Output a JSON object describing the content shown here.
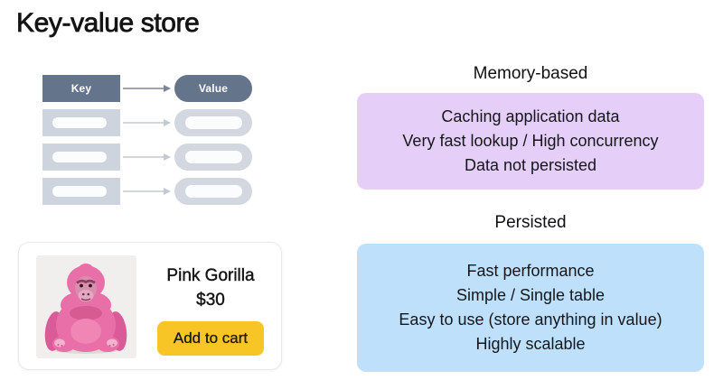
{
  "title": "Key-value store",
  "diagram": {
    "key_label": "Key",
    "value_label": "Value",
    "row_count": 4,
    "colors": {
      "dark": "#64748b",
      "light_key": "#ced4de",
      "light_value": "#d2d7e0",
      "inner": "#fbfcfe",
      "arrow_dark": "#7d8594",
      "arrow_light": "#c3c8d2"
    }
  },
  "card": {
    "product_name": "Pink Gorilla",
    "price": "$30",
    "button_label": "Add to cart",
    "button_color": "#f7c626",
    "image": "pink-gorilla-photo"
  },
  "sections": [
    {
      "heading": "Memory-based",
      "color": "#e5cef7",
      "lines": [
        "Caching application data",
        "Very fast lookup / High concurrency",
        "Data not persisted"
      ]
    },
    {
      "heading": "Persisted",
      "color": "#bfe0fa",
      "lines": [
        "Fast performance",
        "Simple / Single table",
        "Easy to use (store anything in value)",
        "Highly scalable"
      ]
    }
  ]
}
